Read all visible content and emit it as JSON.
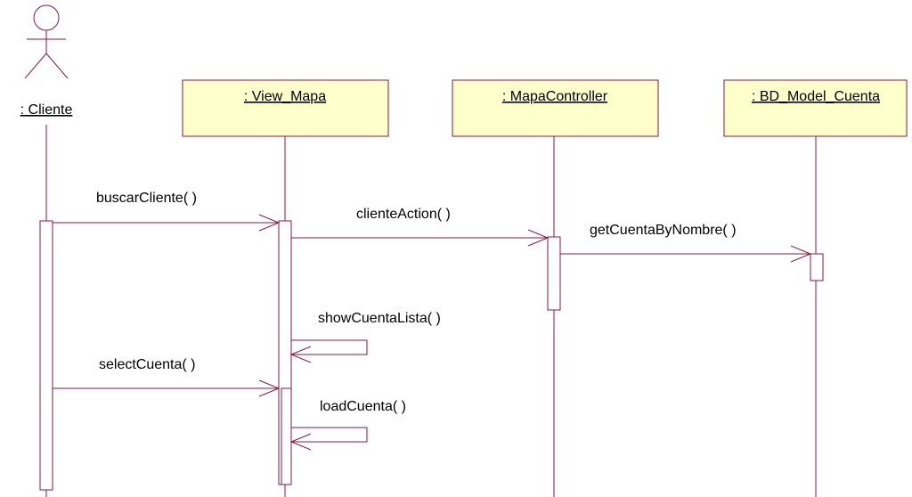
{
  "diagram": {
    "colors": {
      "line": "#8b1a3e",
      "box_fill": "#ffffcc",
      "text": "#000000"
    },
    "actor": {
      "icon": "stick-figure-icon",
      "label": ": Cliente"
    },
    "objects": [
      {
        "id": "view",
        "label": ": View_Mapa"
      },
      {
        "id": "ctrl",
        "label": ": MapaController"
      },
      {
        "id": "model",
        "label": ": BD_Model_Cuenta"
      }
    ],
    "messages": [
      {
        "from": "actor",
        "to": "view",
        "label": "buscarCliente( )"
      },
      {
        "from": "view",
        "to": "ctrl",
        "label": "clienteAction( )"
      },
      {
        "from": "ctrl",
        "to": "model",
        "label": "getCuentaByNombre( )"
      },
      {
        "from": "view",
        "to": "view",
        "label": "showCuentaLista( )"
      },
      {
        "from": "actor",
        "to": "view",
        "label": "selectCuenta( )"
      },
      {
        "from": "view",
        "to": "view",
        "label": "loadCuenta( )"
      }
    ]
  }
}
